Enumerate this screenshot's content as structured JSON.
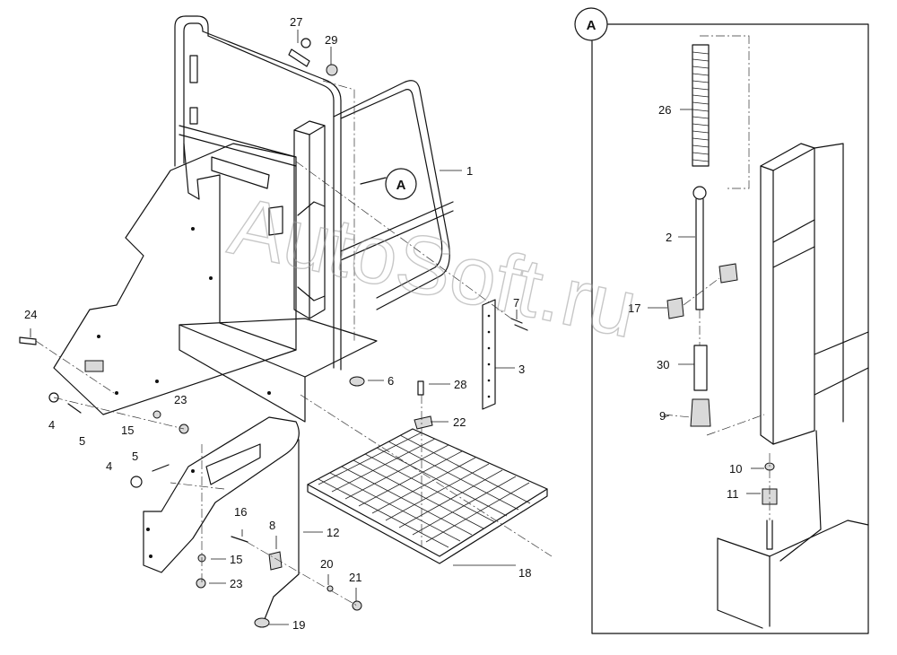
{
  "watermark": "AutoSoft.ru",
  "detail_callout": "A",
  "view_callout": "A",
  "labels": {
    "p1": "1",
    "p2": "2",
    "p3": "3",
    "p4a": "4",
    "p4b": "4",
    "p5a": "5",
    "p5b": "5",
    "p6": "6",
    "p7": "7",
    "p8": "8",
    "p9": "9",
    "p10": "10",
    "p11": "11",
    "p12": "12",
    "p15a": "15",
    "p15b": "15",
    "p16": "16",
    "p17": "17",
    "p18": "18",
    "p19": "19",
    "p20": "20",
    "p21": "21",
    "p22": "22",
    "p23a": "23",
    "p23b": "23",
    "p24": "24",
    "p26": "26",
    "p27": "27",
    "p28": "28",
    "p29": "29",
    "p30": "30"
  }
}
